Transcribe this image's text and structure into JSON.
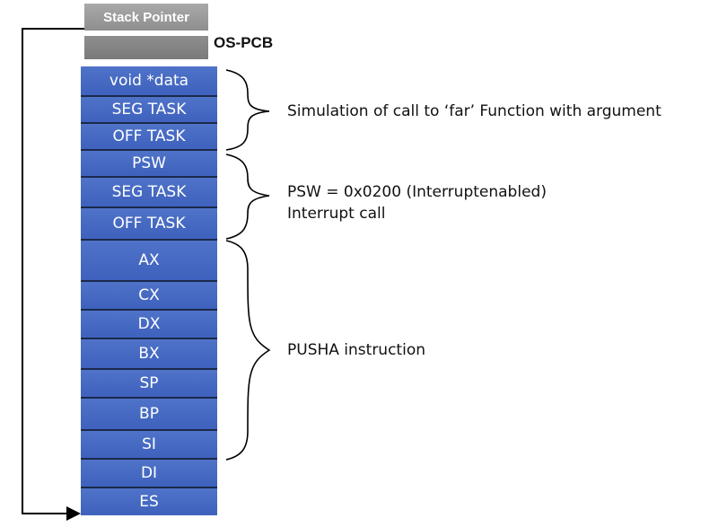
{
  "stack_pointer": {
    "label": "Stack Pointer"
  },
  "pcb": {
    "label": "OS-PCB"
  },
  "stack_cells": [
    {
      "label": "void *data"
    },
    {
      "label": "SEG TASK"
    },
    {
      "label": "OFF TASK"
    },
    {
      "label": "PSW"
    },
    {
      "label": "SEG TASK"
    },
    {
      "label": "OFF TASK"
    },
    {
      "label": "AX"
    },
    {
      "label": "CX"
    },
    {
      "label": "DX"
    },
    {
      "label": "BX"
    },
    {
      "label": "SP"
    },
    {
      "label": "BP"
    },
    {
      "label": "SI"
    },
    {
      "label": "DI"
    },
    {
      "label": "ES"
    }
  ],
  "annotations": {
    "far_call": "Simulation of call to ‘far’ Function with argument",
    "psw_line1": "PSW = 0x0200 (Interruptenabled)",
    "psw_line2": "Interrupt call",
    "pusha": "PUSHA instruction"
  }
}
